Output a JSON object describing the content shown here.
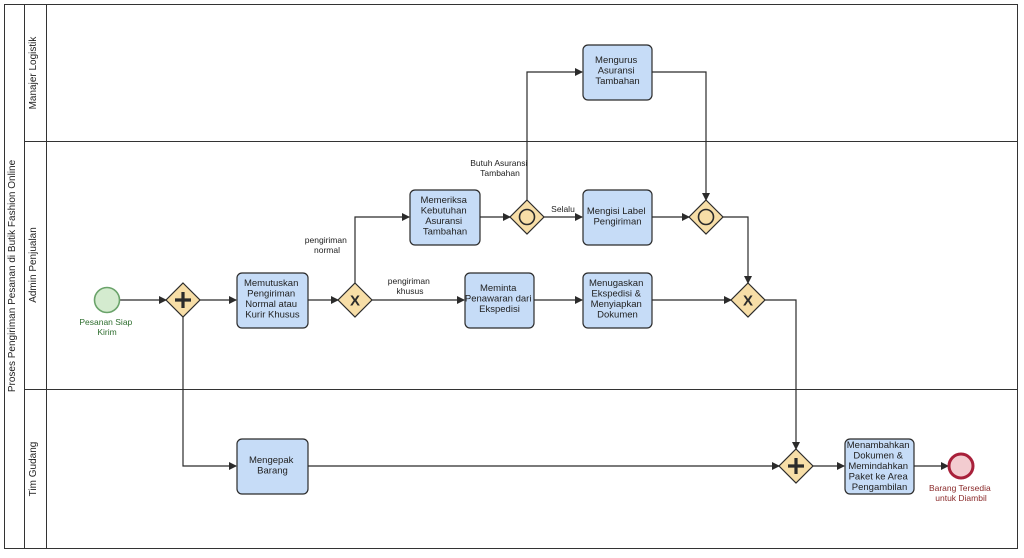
{
  "pool": {
    "title": "Proses Pengiriman Pesanan di Butik Fashion Online"
  },
  "lanes": {
    "manajer": "Manajer Logistik",
    "admin": "Admin Penjualan",
    "gudang": "Tim Gudang"
  },
  "tasks": {
    "memutuskan": [
      "Memutuskan",
      "Pengiriman",
      "Normal atau",
      "Kurir Khusus"
    ],
    "memeriksa": [
      "Memeriksa",
      "Kebutuhan",
      "Asuransi",
      "Tambahan"
    ],
    "mengurus": [
      "Mengurus",
      "Asuransi",
      "Tambahan"
    ],
    "mengisi": [
      "Mengisi Label",
      "Pengiriman"
    ],
    "meminta": [
      "Meminta",
      "Penawaran dari",
      "Ekspedisi"
    ],
    "menugaskan": [
      "Menugaskan",
      "Ekspedisi &",
      "Menyiapkan",
      "Dokumen"
    ],
    "mengepak": [
      "Mengepak",
      "Barang"
    ],
    "menambahkan": [
      "Menambahkan",
      "Dokumen &",
      "Memindahkan",
      "Paket ke Area",
      "Pengambilan"
    ]
  },
  "events": {
    "start": [
      "Pesanan Siap",
      "Kirim"
    ],
    "end": [
      "Barang Tersedia",
      "untuk Diambil"
    ]
  },
  "edge_labels": {
    "normal": [
      "pengiriman",
      "normal"
    ],
    "khusus": [
      "pengiriman",
      "khusus"
    ],
    "butuh": [
      "Butuh Asuransi",
      "Tambahan"
    ],
    "selalu": "Selalu"
  },
  "colors": {
    "task_fill": "#c6dcf7",
    "gateway_fill": "#f7dea7",
    "start_fill": "#d4ebcf",
    "start_stroke": "#6aa36a",
    "end_fill": "#f3ccd0",
    "end_stroke": "#a8203a"
  }
}
